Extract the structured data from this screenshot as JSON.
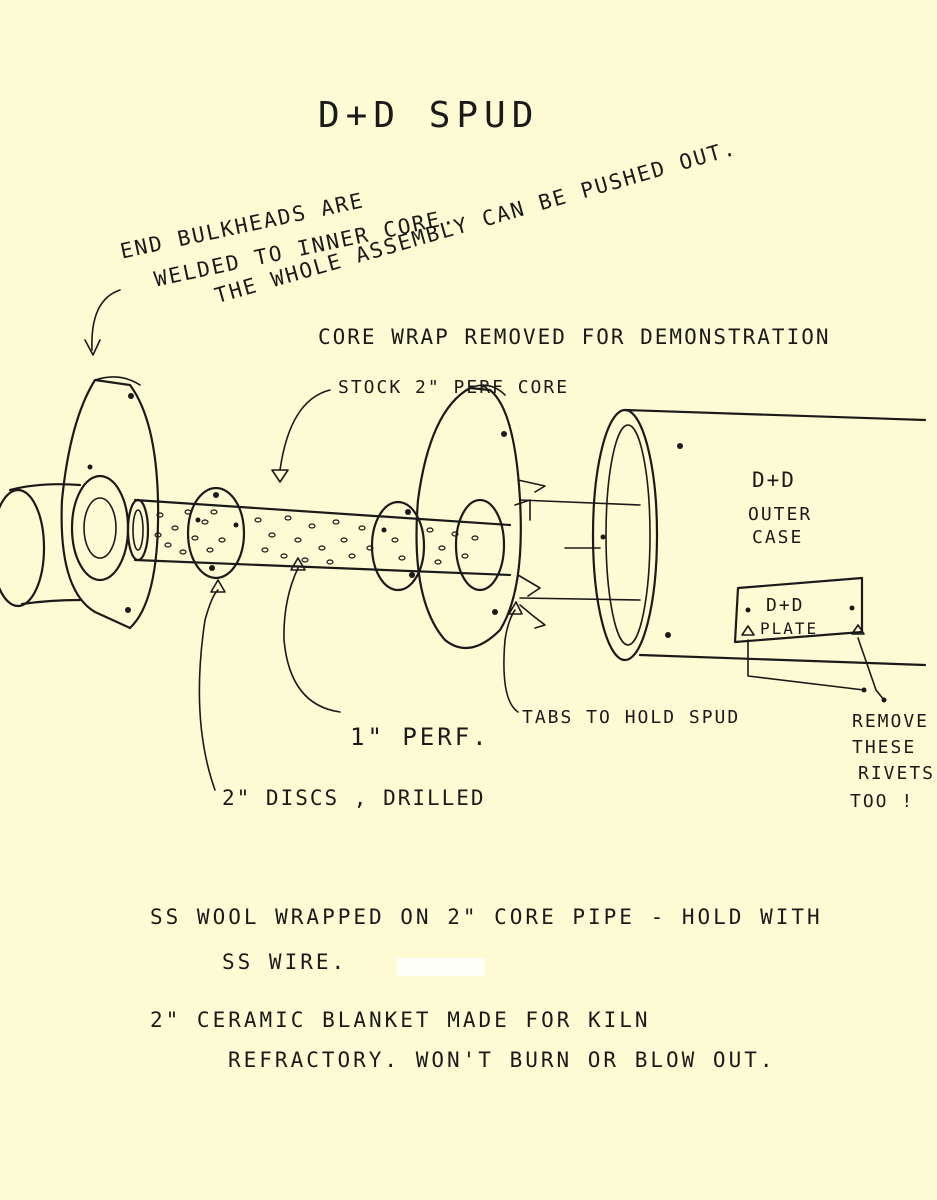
{
  "title": "D+D SPUD",
  "labels": {
    "bulkhead_line1": "END BULKHEADS ARE",
    "bulkhead_line2": "WELDED TO INNER CORE.",
    "bulkhead_line3": "THE WHOLE ASSEMBLY CAN BE PUSHED OUT.",
    "core_wrap": "CORE WRAP REMOVED FOR DEMONSTRATION",
    "perf_core": "STOCK 2\" PERF CORE",
    "outer_case_line1": "D+D",
    "outer_case_line2": "OUTER",
    "outer_case_line3": "CASE",
    "plate": "D+D",
    "plate_line2": "PLATE",
    "tabs": "TABS TO HOLD SPUD",
    "one_inch_perf": "1\" PERF.",
    "discs": "2\" DISCS , DRILLED",
    "rivets_line1": "REMOVE",
    "rivets_line2": "THESE",
    "rivets_line3": "RIVETS",
    "rivets_line4": "TOO !"
  },
  "notes": {
    "line1": "SS WOOL WRAPPED ON 2\" CORE PIPE - HOLD WITH",
    "line2": "SS WIRE.",
    "line3": "2\" CERAMIC BLANKET MADE FOR KILN",
    "line4": "REFRACTORY. WON'T BURN OR BLOW OUT."
  },
  "colors": {
    "paper": "#fdfbd4",
    "ink": "#1a1a1a"
  }
}
